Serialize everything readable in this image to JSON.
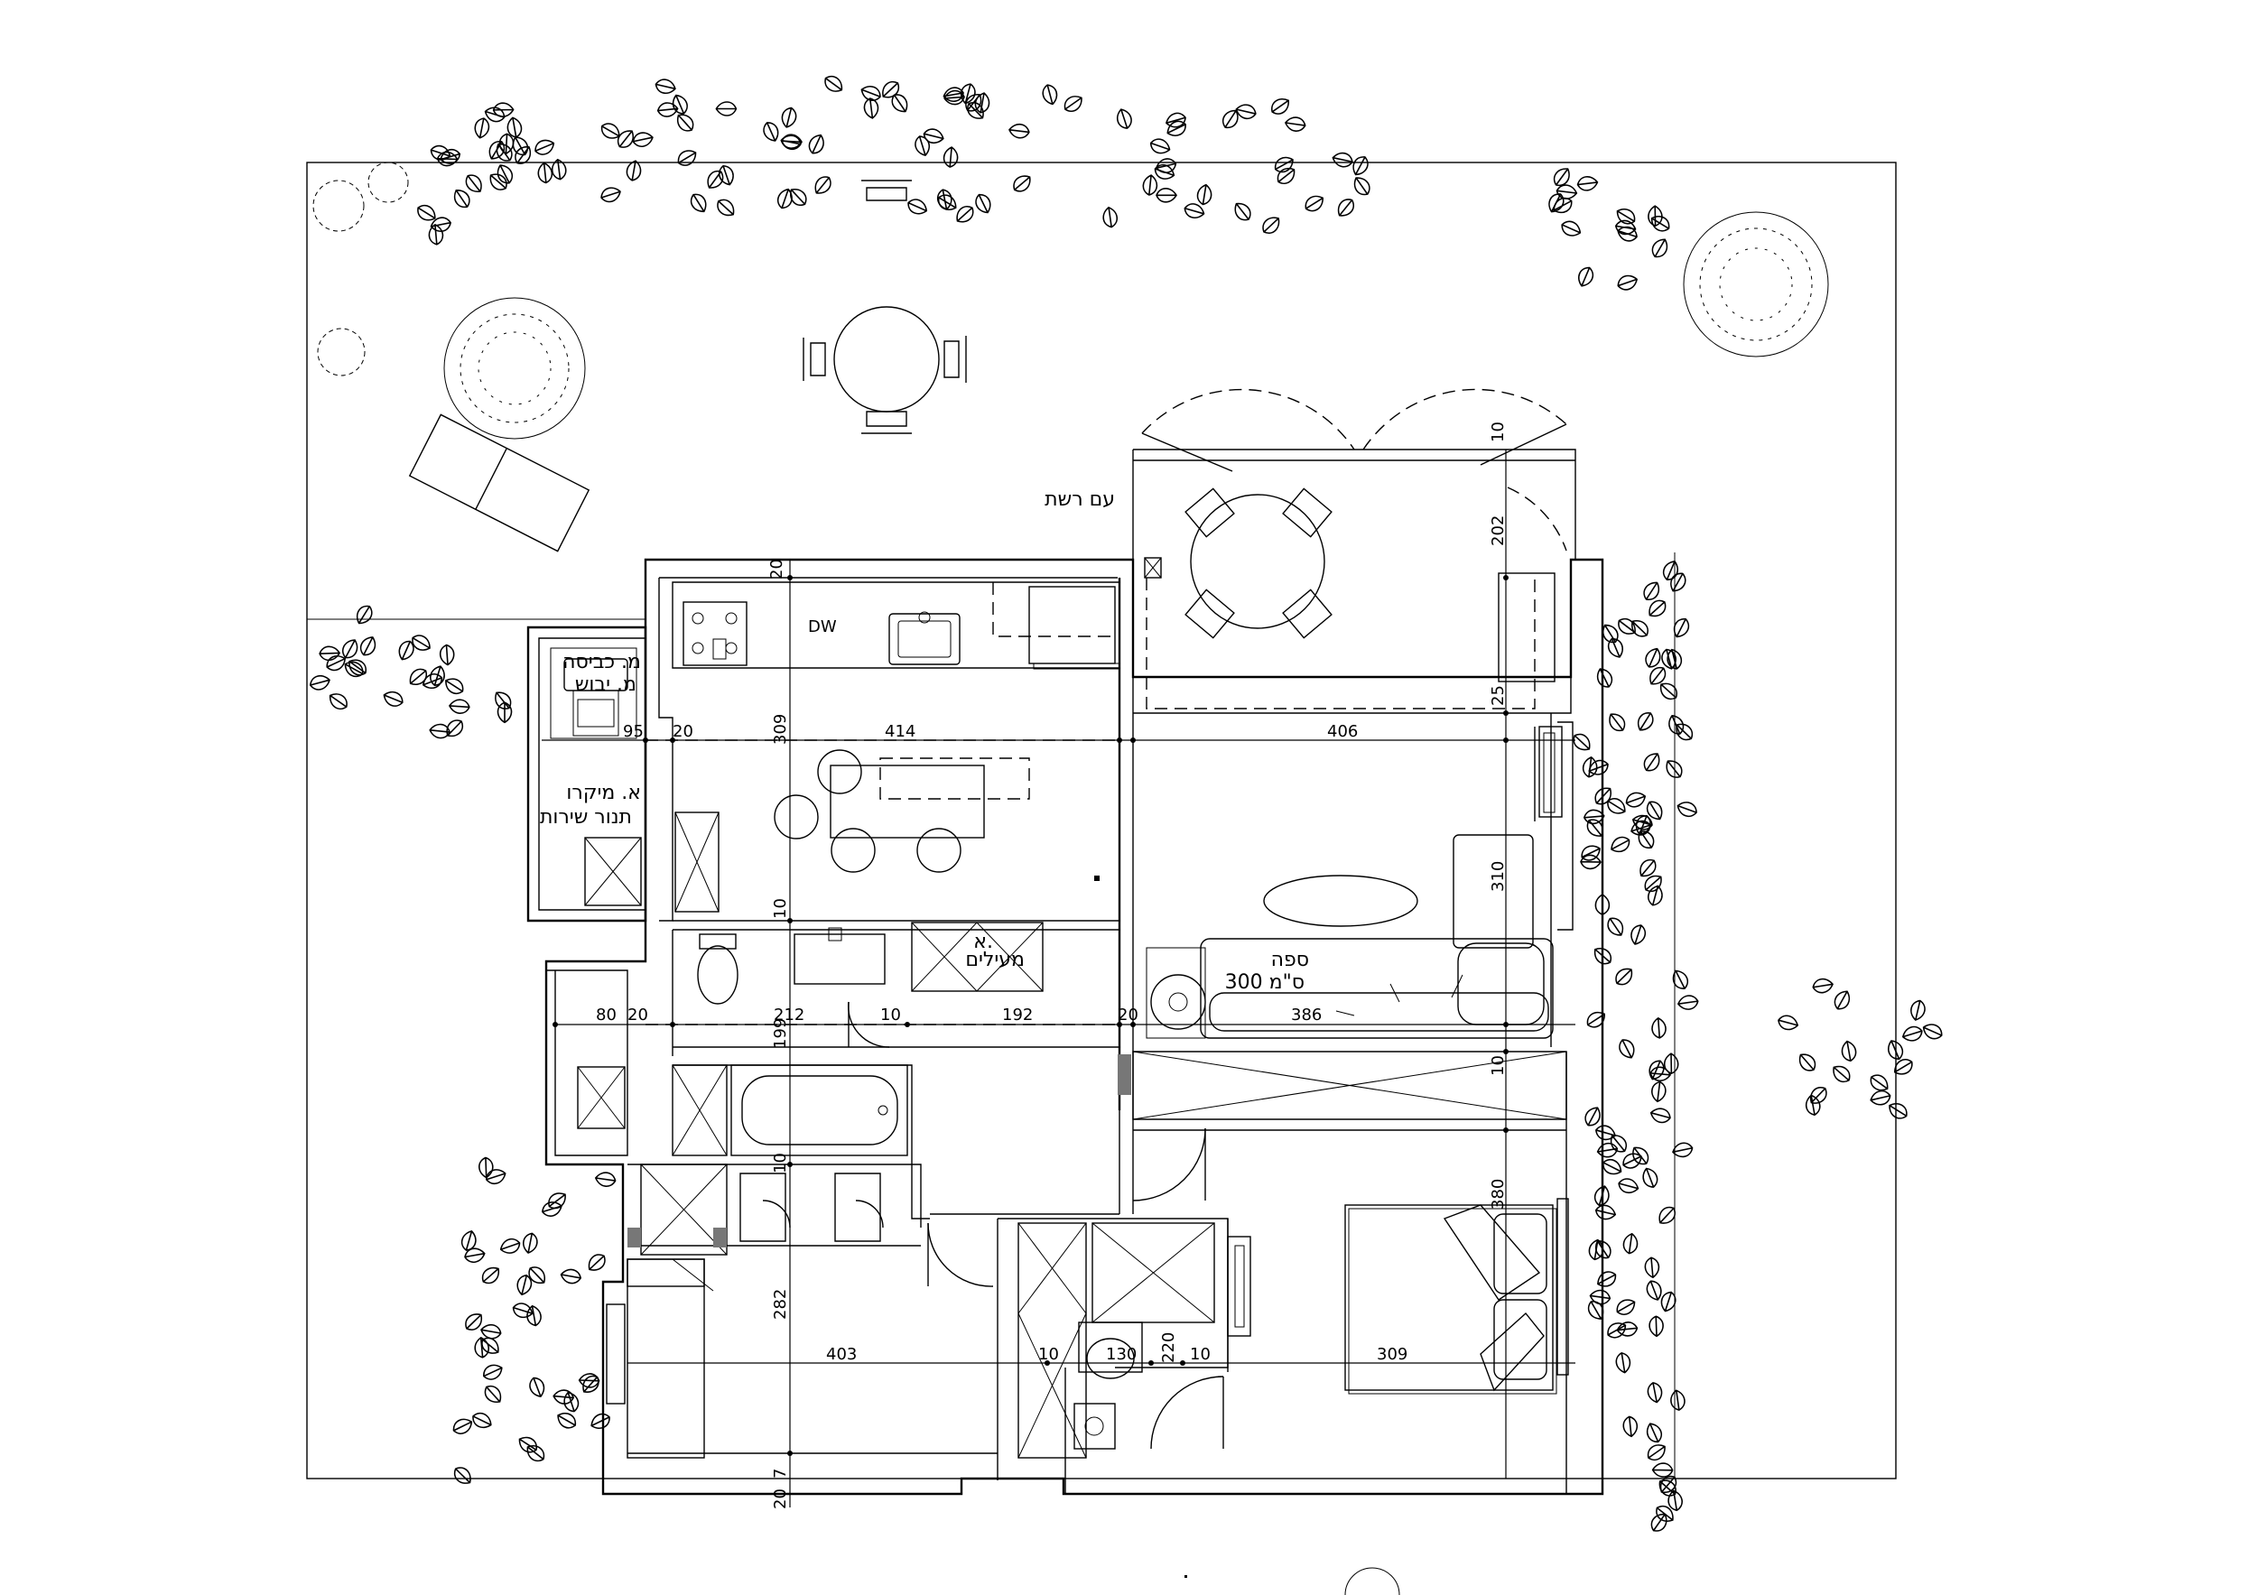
{
  "labels": {
    "with_net": "עם רשת",
    "dishwasher": "DW",
    "dryer_washer_1": "מ. כביסה",
    "dryer_washer_2": "מ. יבוש",
    "pantry_1": "א. מיקרו",
    "pantry_2": "תנור  שירות",
    "coats_1": "א.",
    "coats_2": "מעילים",
    "sofa_1": "ספה",
    "sofa_2": "ס\"מ 300"
  },
  "dimensions": {
    "d_20_top": "20",
    "d_95": "95",
    "d_20_left": "20",
    "d_309_v": "309",
    "d_414": "414",
    "d_406": "406",
    "d_10_door": "10",
    "d_202": "202",
    "d_25": "25",
    "d_310": "310",
    "d_10_mid": "10",
    "d_80": "80",
    "d_20_b": "20",
    "d_212": "212",
    "d_199": "199",
    "d_10_c": "10",
    "d_192": "192",
    "d_20_c": "20",
    "d_386": "386",
    "d_10_right": "10",
    "d_10_bath": "10",
    "d_380": "380",
    "d_282": "282",
    "d_403": "403",
    "d_10_e": "10",
    "d_130": "130",
    "d_220": "220",
    "d_10_f": "10",
    "d_309_h": "309",
    "d_7": "7",
    "d_20_bottom": "20"
  }
}
